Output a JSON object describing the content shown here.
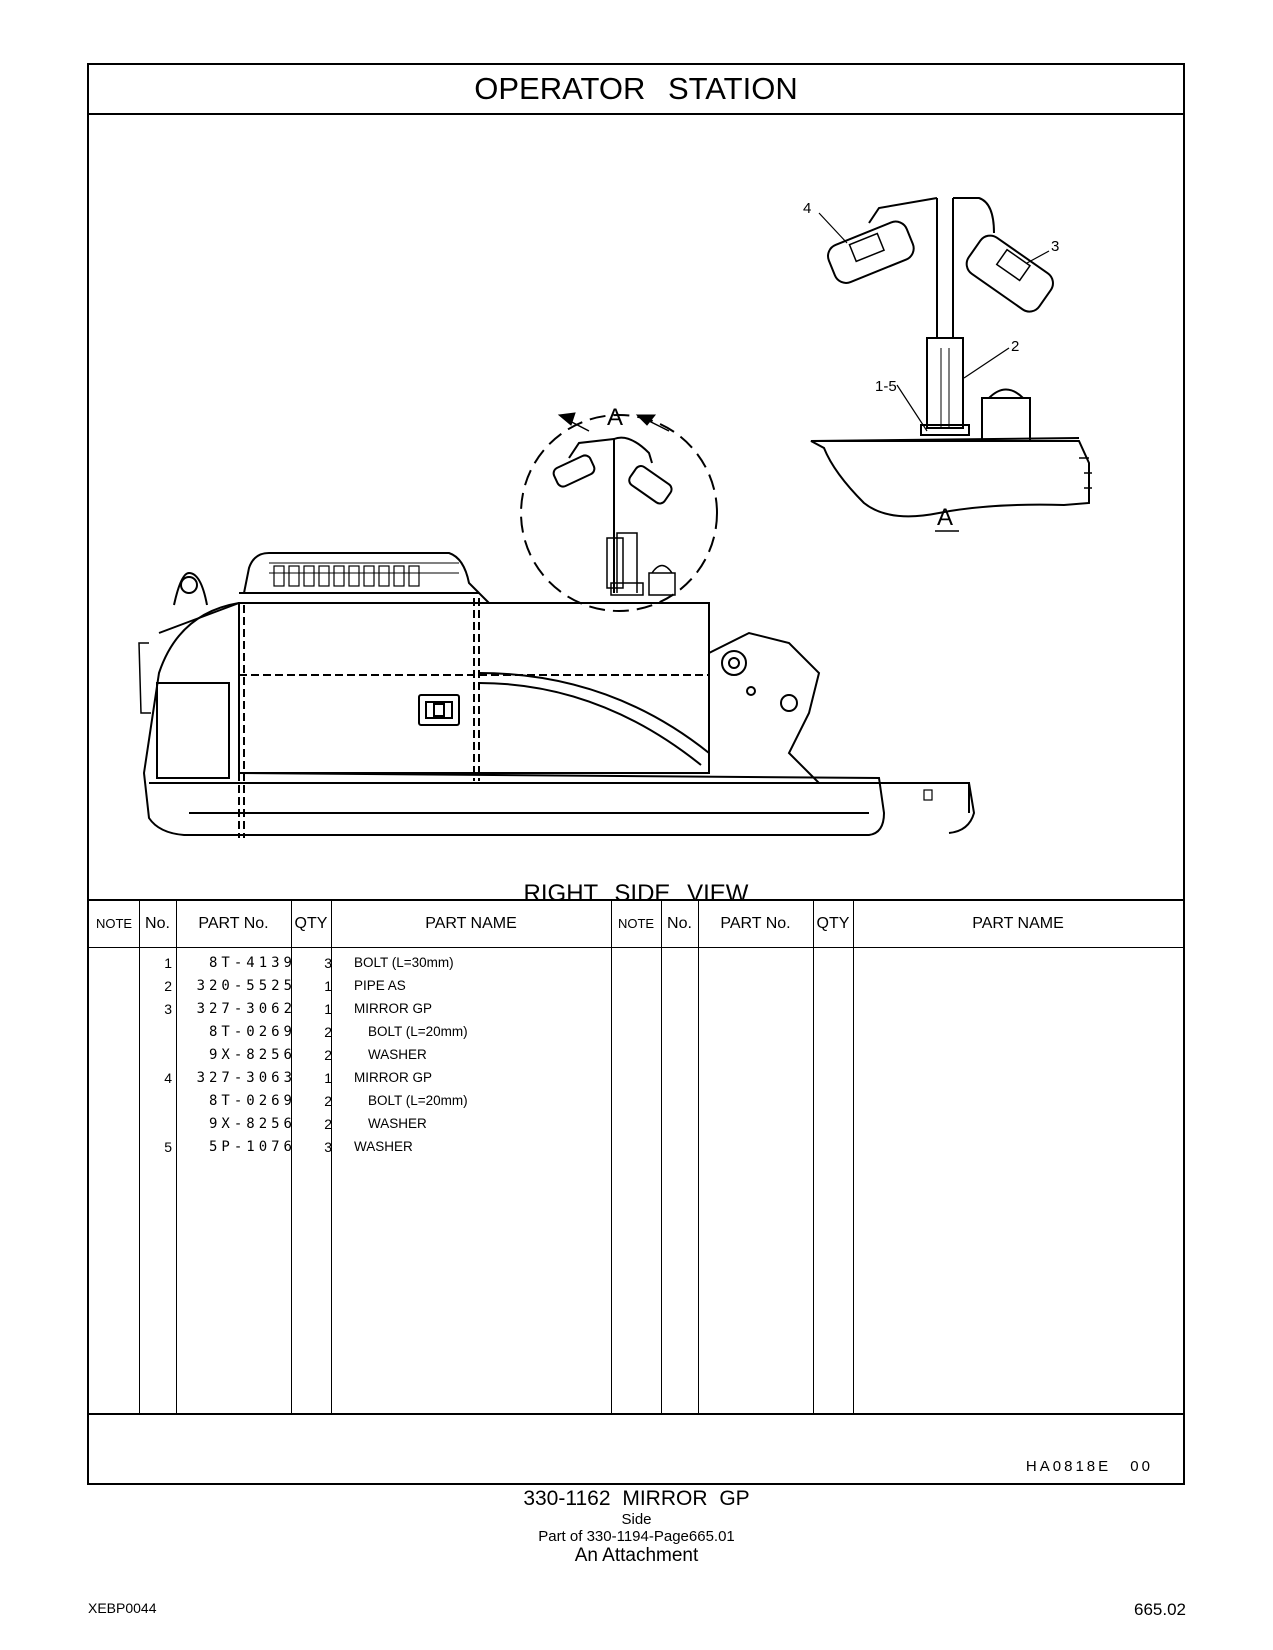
{
  "page_title": "OPERATOR   STATION",
  "view_caption": "RIGHT  SIDE  VIEW",
  "detail_label": "A",
  "callouts": {
    "c1": "1-5",
    "c2": "2",
    "c3": "3",
    "c4": "4"
  },
  "columns": {
    "note": "NOTE",
    "no": "No.",
    "part_no": "PART No.",
    "qty": "QTY",
    "part_name": "PART NAME"
  },
  "parts": [
    {
      "no": "1",
      "part_no": "8T-4139",
      "qty": "3",
      "name": "BOLT (L=30mm)",
      "indent": false
    },
    {
      "no": "2",
      "part_no": "320-5525",
      "qty": "1",
      "name": "PIPE  AS",
      "indent": false
    },
    {
      "no": "3",
      "part_no": "327-3062",
      "qty": "1",
      "name": "MIRROR  GP",
      "indent": false
    },
    {
      "no": "",
      "part_no": "8T-0269",
      "qty": "2",
      "name": "BOLT (L=20mm)",
      "indent": true
    },
    {
      "no": "",
      "part_no": "9X-8256",
      "qty": "2",
      "name": "WASHER",
      "indent": true
    },
    {
      "no": "4",
      "part_no": "327-3063",
      "qty": "1",
      "name": "MIRROR  GP",
      "indent": false
    },
    {
      "no": "",
      "part_no": "8T-0269",
      "qty": "2",
      "name": "BOLT (L=20mm)",
      "indent": true
    },
    {
      "no": "",
      "part_no": "9X-8256",
      "qty": "2",
      "name": "WASHER",
      "indent": true
    },
    {
      "no": "5",
      "part_no": "5P-1076",
      "qty": "3",
      "name": "WASHER",
      "indent": false
    }
  ],
  "ref_code": "HA0818E    00",
  "group_title": "330-1162   MIRROR  GP",
  "group_sub": "Side",
  "part_of": "Part of 330-1194-Page665.01",
  "attachment": "An Attachment",
  "doc_code": "XEBP0044",
  "page_number": "665.02"
}
